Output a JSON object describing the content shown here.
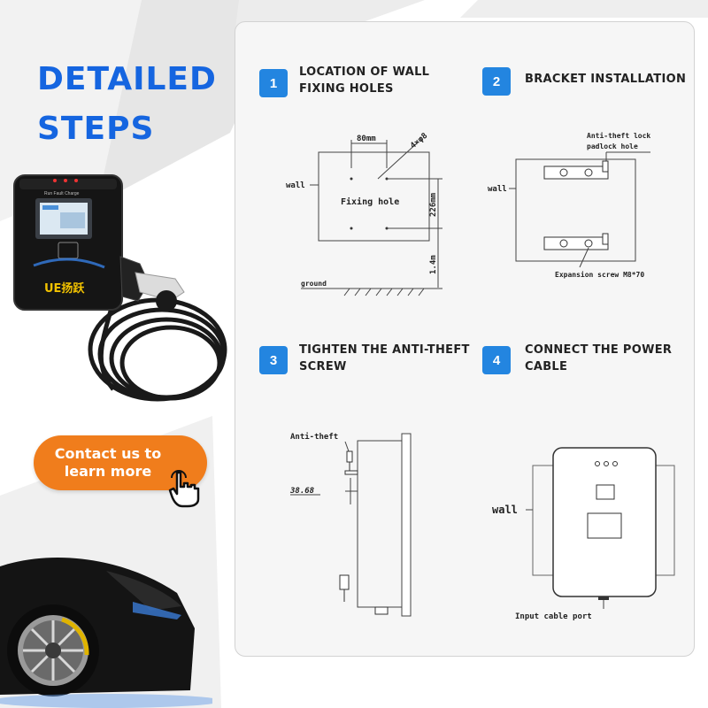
{
  "headline": {
    "line1": "DETAILED",
    "line2": "STEPS"
  },
  "charger": {
    "brand": "UE扬跃",
    "indicators": [
      "Run",
      "Fault",
      "Charge"
    ]
  },
  "cta": {
    "line1": "Contact us to",
    "line2": "learn more"
  },
  "steps": [
    {
      "number": "1",
      "title_line1": "LOCATION OF WALL",
      "title_line2": "FIXING HOLES"
    },
    {
      "number": "2",
      "title_line1": "BRACKET INSTALLATION",
      "title_line2": ""
    },
    {
      "number": "3",
      "title_line1": "TIGHTEN THE ANTI-THEFT",
      "title_line2": "SCREW"
    },
    {
      "number": "4",
      "title_line1": "CONNECT THE POWER",
      "title_line2": "CABLE"
    }
  ],
  "diagram1": {
    "wall": "wall",
    "width_dim": "80mm",
    "hole_spec": "4×φ8",
    "fixing_hole": "Fixing hole",
    "height_dim": "226mm",
    "floor_dim": "1.4m",
    "ground": "ground"
  },
  "diagram2": {
    "wall": "wall",
    "lock_line1": "Anti-theft lock",
    "lock_line2": "padlock hole",
    "screw": "Expansion screw M8*70"
  },
  "diagram3": {
    "anti_theft": "Anti-theft",
    "dimension": "38.68"
  },
  "diagram4": {
    "wall": "wall",
    "port": "Input cable port"
  },
  "colors": {
    "accent_blue": "#1565e0",
    "step_blue": "#2385e0",
    "cta_orange": "#f07d1c"
  }
}
